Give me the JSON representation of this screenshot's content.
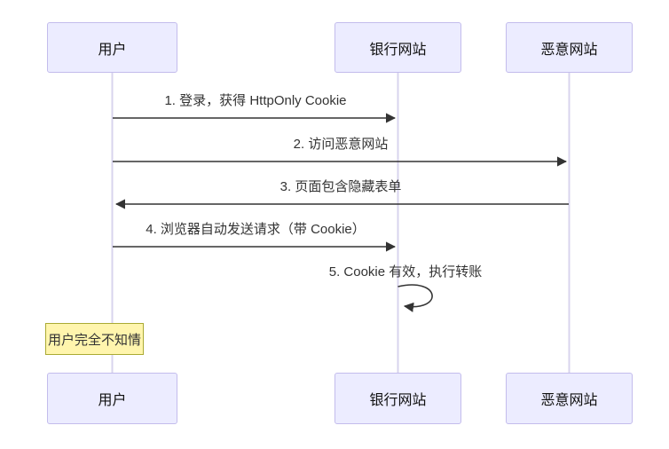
{
  "diagram_type": "sequence-diagram",
  "actors": [
    {
      "id": "user",
      "label": "用户"
    },
    {
      "id": "bank",
      "label": "银行网站"
    },
    {
      "id": "evil",
      "label": "恶意网站"
    }
  ],
  "messages": [
    {
      "label": "1. 登录，获得 HttpOnly Cookie",
      "from": "用户",
      "to": "银行网站",
      "type": "solid-arrow"
    },
    {
      "label": "2. 访问恶意网站",
      "from": "用户",
      "to": "恶意网站",
      "type": "solid-arrow"
    },
    {
      "label": "3. 页面包含隐藏表单",
      "from": "恶意网站",
      "to": "用户",
      "type": "solid-arrow"
    },
    {
      "label": "4. 浏览器自动发送请求（带 Cookie）",
      "from": "用户",
      "to": "银行网站",
      "type": "solid-arrow"
    },
    {
      "label": "5. Cookie 有效，执行转账",
      "from": "银行网站",
      "to": "银行网站",
      "type": "self-loop"
    }
  ],
  "note": {
    "label": "用户完全不知情",
    "attached_to": "用户"
  },
  "colors": {
    "actor_fill": "#ececff",
    "actor_border": "#c3bcec",
    "note_fill": "#fff5ad",
    "note_border": "#aaaa33",
    "arrow": "#333333",
    "lifeline": "#d8d4ee",
    "message_text": "#333333"
  }
}
